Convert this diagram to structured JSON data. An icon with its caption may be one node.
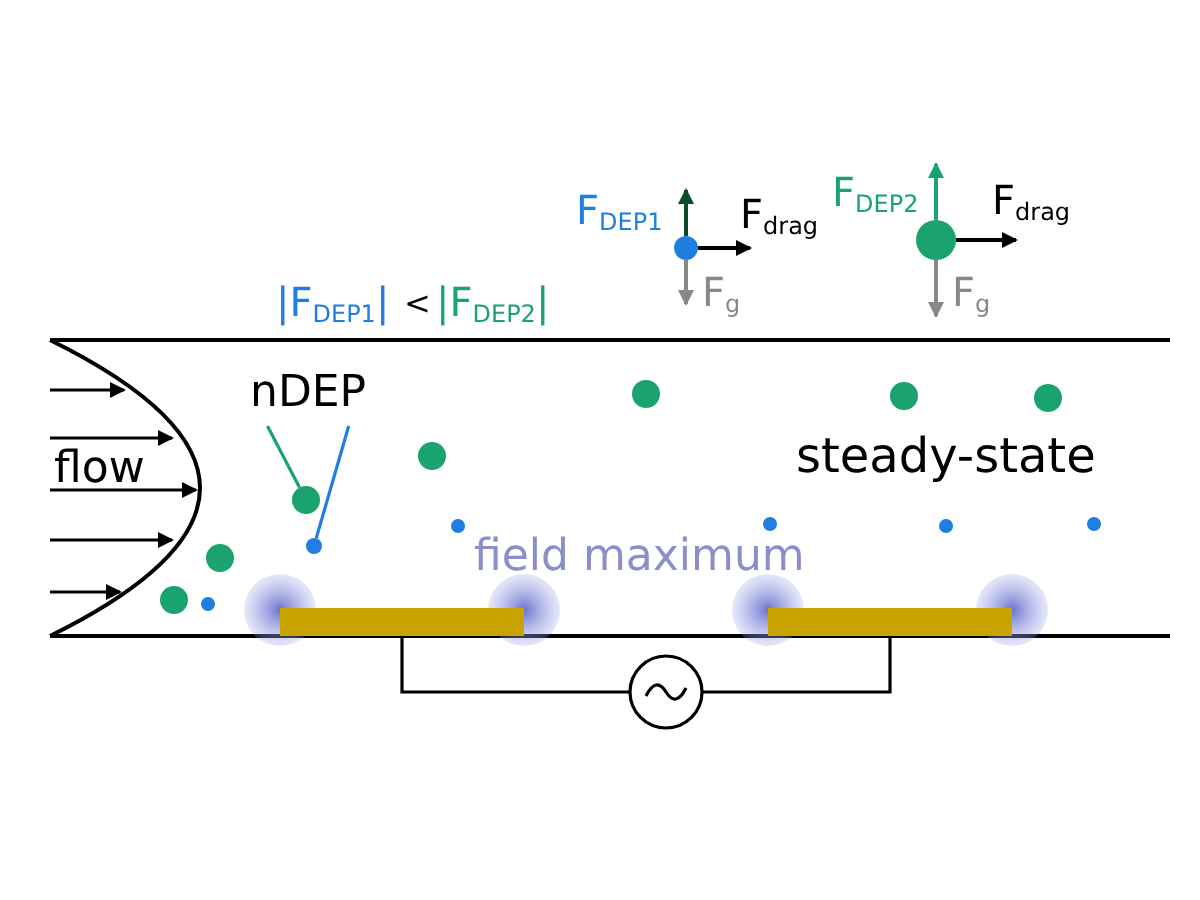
{
  "diagram": {
    "nodes": [
      {
        "text": [
          "nDEP"
        ]
      },
      {
        "text": [],
        "shape": "circle"
      },
      {
        "text": [],
        "shape": "circle"
      }
    ],
    "edges": [
      {
        "from": 0,
        "to": 1,
        "arrow": "none",
        "color": "#1aa36f"
      },
      {
        "from": 0,
        "to": 2,
        "arrow": "none",
        "color": "#1e7fe0"
      }
    ],
    "labels": [
      "|F$_{DEP1}$|",
      "<",
      "|F$_{DEP2}$|",
      "F$_{DEP1}$",
      "F$_{drag}$",
      "F$_{g}$",
      "F$_{DEP2}$",
      "F$_{drag}$",
      "F$_{g}$",
      "flow",
      "steady-state",
      "field maximum"
    ]
  }
}
